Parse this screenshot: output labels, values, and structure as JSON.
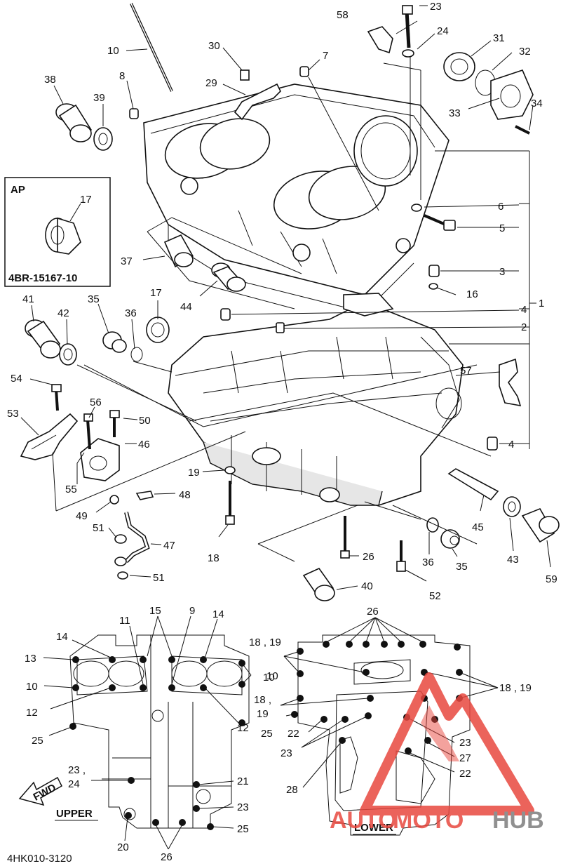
{
  "labels": {
    "l10": "10",
    "l30": "30",
    "l58": "58",
    "l23": "23",
    "l24": "24",
    "l31": "31",
    "l32": "32",
    "l38": "38",
    "l8": "8",
    "l29": "29",
    "l7": "7",
    "l39": "39",
    "l33": "33",
    "l34": "34",
    "l6": "6",
    "l5": "5",
    "l37": "37",
    "l3": "3",
    "l16": "16",
    "l1": "1",
    "l41": "41",
    "l42": "42",
    "l35": "35",
    "l36": "36",
    "l17": "17",
    "l44": "44",
    "l4a": "4",
    "l2": "2",
    "l57": "57",
    "l4b": "4",
    "l54": "54",
    "l53": "53",
    "l56": "56",
    "l50": "50",
    "l46": "46",
    "l55": "55",
    "l19": "19",
    "l48": "48",
    "l49": "49",
    "l51a": "51",
    "l47": "47",
    "l51b": "51",
    "l18": "18",
    "l26": "26",
    "l36b": "36",
    "l35b": "35",
    "l43": "43",
    "l45": "45",
    "l59": "59",
    "l40": "40",
    "l52": "52"
  },
  "ap_box": {
    "title": "AP",
    "part_number": "4BR-15167-10",
    "item": "17"
  },
  "upper": {
    "title": "UPPER",
    "fwd": "FWD",
    "labels": {
      "u15": "15",
      "u11": "11",
      "u9": "9",
      "u14a": "14",
      "u14b": "14",
      "u13": "13",
      "u10a": "10",
      "u10b": "10",
      "u12a": "12",
      "u12b": "12",
      "u25a": "25",
      "u25b": "25",
      "u2324": "23 ,",
      "u24": "24",
      "u21": "21",
      "u23": "23",
      "u20": "20",
      "u26": "26"
    }
  },
  "lower": {
    "title": "LOWER",
    "labels": {
      "w26": "26",
      "w1819a": "18 , 19",
      "w10": "10",
      "w1819b": "18 , 19",
      "w18": "18 ,",
      "w19": "19",
      "w25": "25",
      "w22a": "22",
      "w23a": "23",
      "w28": "28",
      "w23b": "23",
      "w27": "27",
      "w22b": "22"
    }
  },
  "footer": {
    "code": "4HK010-3120"
  },
  "watermark": {
    "part1": "AUTO",
    "part2": "MOTO",
    "part3": "HUB"
  },
  "colors": {
    "watermark_red": "#e8483f",
    "watermark_gray": "#7d7d7d"
  }
}
